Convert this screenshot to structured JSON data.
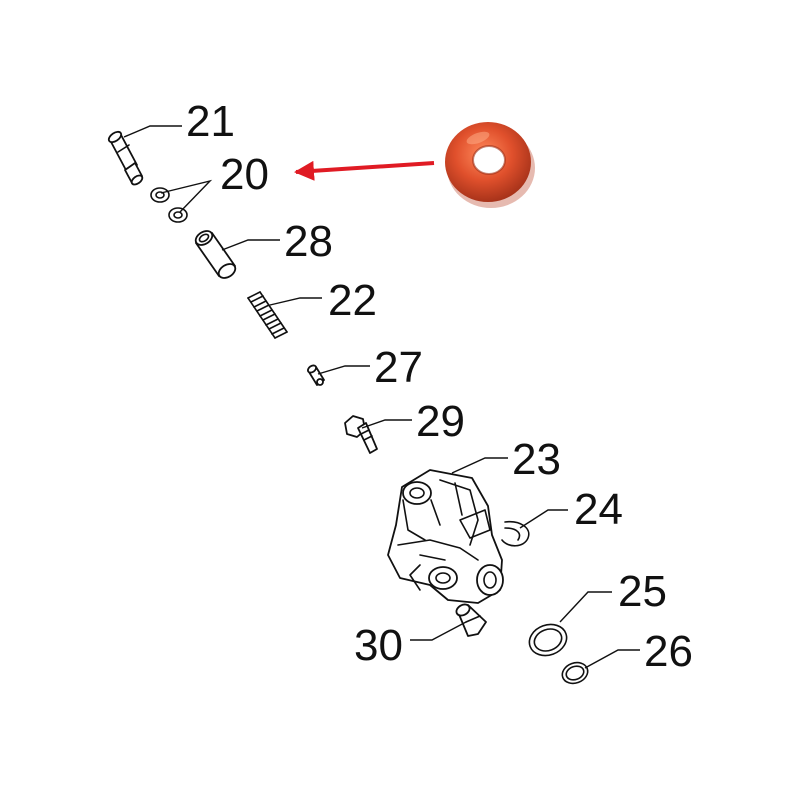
{
  "parts": [
    {
      "id": "21",
      "label": "21",
      "shape": "valve-pin"
    },
    {
      "id": "20",
      "label": "20",
      "shape": "o-ring-pair"
    },
    {
      "id": "28",
      "label": "28",
      "shape": "sleeve"
    },
    {
      "id": "22",
      "label": "22",
      "shape": "spring"
    },
    {
      "id": "27",
      "label": "27",
      "shape": "small-pin"
    },
    {
      "id": "29",
      "label": "29",
      "shape": "nut-screw"
    },
    {
      "id": "23",
      "label": "23",
      "shape": "valve-body"
    },
    {
      "id": "24",
      "label": "24",
      "shape": "clip"
    },
    {
      "id": "25",
      "label": "25",
      "shape": "large-o-ring"
    },
    {
      "id": "26",
      "label": "26",
      "shape": "small-o-ring"
    },
    {
      "id": "30",
      "label": "30",
      "shape": "fitting"
    }
  ],
  "highlight": {
    "part_ref": "20",
    "photo": "orange-o-ring",
    "ring_color": "#e0502c",
    "ring_shadow": "#b83a1d",
    "arrow_color": "#e01b24"
  }
}
